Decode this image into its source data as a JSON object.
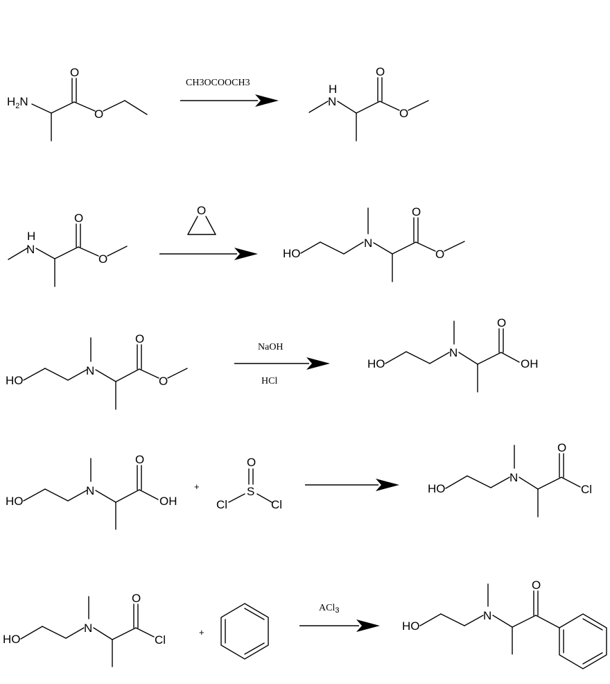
{
  "reactions": [
    {
      "condition_above": "CH3OCOOCH3",
      "condition_below": ""
    },
    {
      "condition_above": "",
      "condition_below": "",
      "reagent_above": "epoxide"
    },
    {
      "condition_above": "NaOH",
      "condition_below": "HCl"
    },
    {
      "condition_above": "",
      "condition_below": ""
    },
    {
      "condition_above": "ACl3",
      "condition_below": ""
    }
  ],
  "labels": {
    "H2N": "H",
    "two": "2",
    "N": "N",
    "H": "H",
    "O": "O",
    "HO": "HO",
    "OH": "OH",
    "Cl": "Cl",
    "S": "S",
    "plus": "+",
    "three": "3",
    "A_Cl": "ACl"
  }
}
